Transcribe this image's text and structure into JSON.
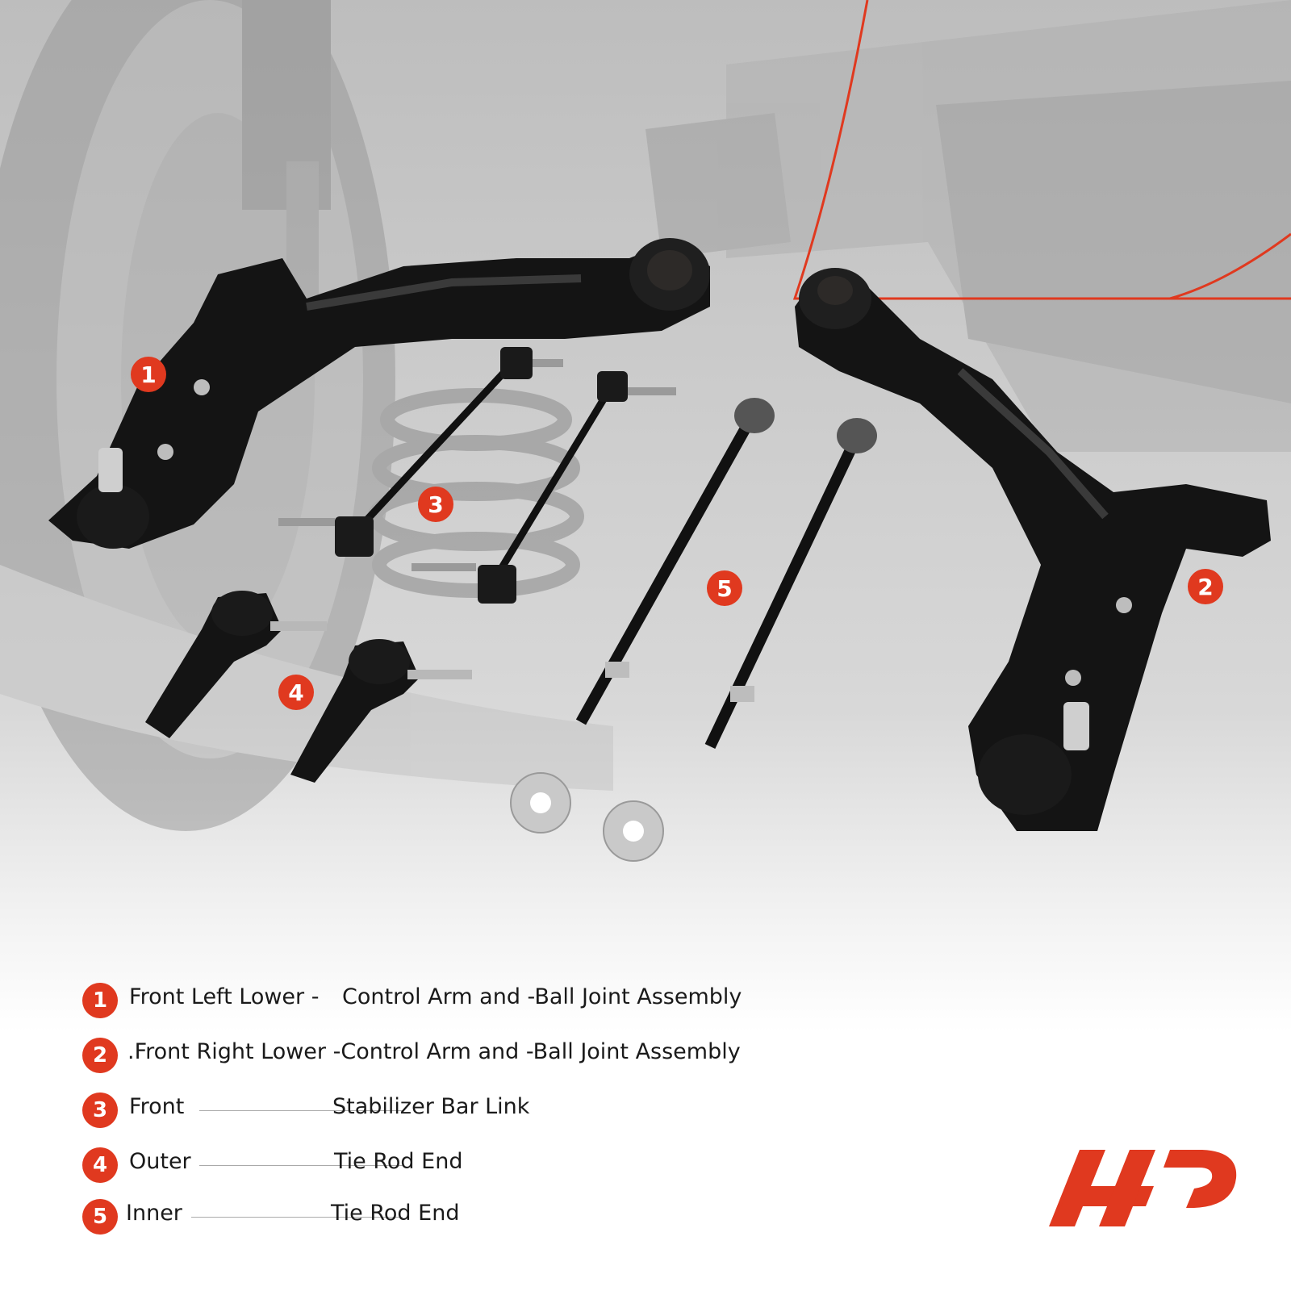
{
  "badges": [
    "1",
    "2",
    "3",
    "4",
    "5"
  ],
  "legend": [
    {
      "num": "1",
      "first": "Front Left Lower -",
      "second": "Control Arm and -Ball Joint Assembly"
    },
    {
      "num": "2",
      "first": ".Front Right Lower -Control Arm and -Ball Joint Assembly",
      "second": ""
    },
    {
      "num": "3",
      "first": "Front",
      "second": "Stabilizer Bar Link"
    },
    {
      "num": "4",
      "first": "Outer",
      "second": "Tie Rod End"
    },
    {
      "num": "5",
      "first": "Inner",
      "second": "Tie Rod End"
    }
  ],
  "colors": {
    "accent": "#e0391f",
    "arm": "#111111",
    "background": "#d0d0d0"
  },
  "logo_icon": "brand-logo-icon"
}
